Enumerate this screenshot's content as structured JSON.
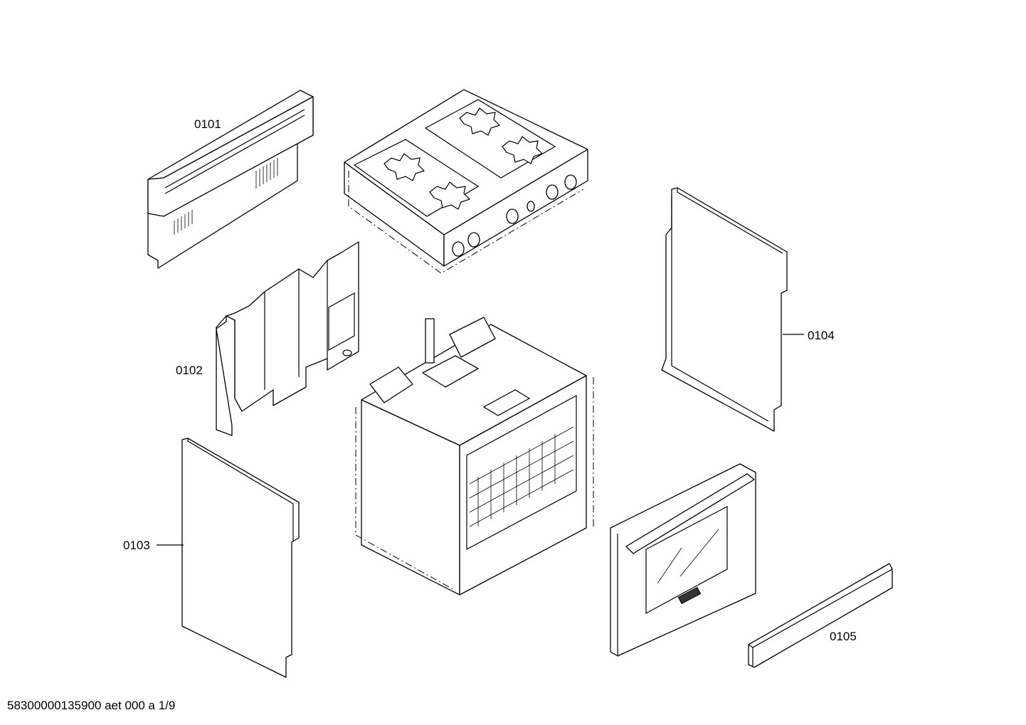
{
  "document": {
    "id_text": "58300000135900 aet 000 a 1/9"
  },
  "parts": [
    {
      "number": "0101",
      "component": "backguard-panel"
    },
    {
      "number": "0102",
      "component": "rear-heat-shield"
    },
    {
      "number": "0103",
      "component": "side-panel-left"
    },
    {
      "number": "0104",
      "component": "side-panel-right"
    },
    {
      "number": "0105",
      "component": "kick-panel"
    }
  ],
  "unlabeled_components": [
    "cooktop",
    "oven-cavity",
    "oven-door"
  ],
  "colors": {
    "line": "#000000",
    "background": "#ffffff"
  }
}
